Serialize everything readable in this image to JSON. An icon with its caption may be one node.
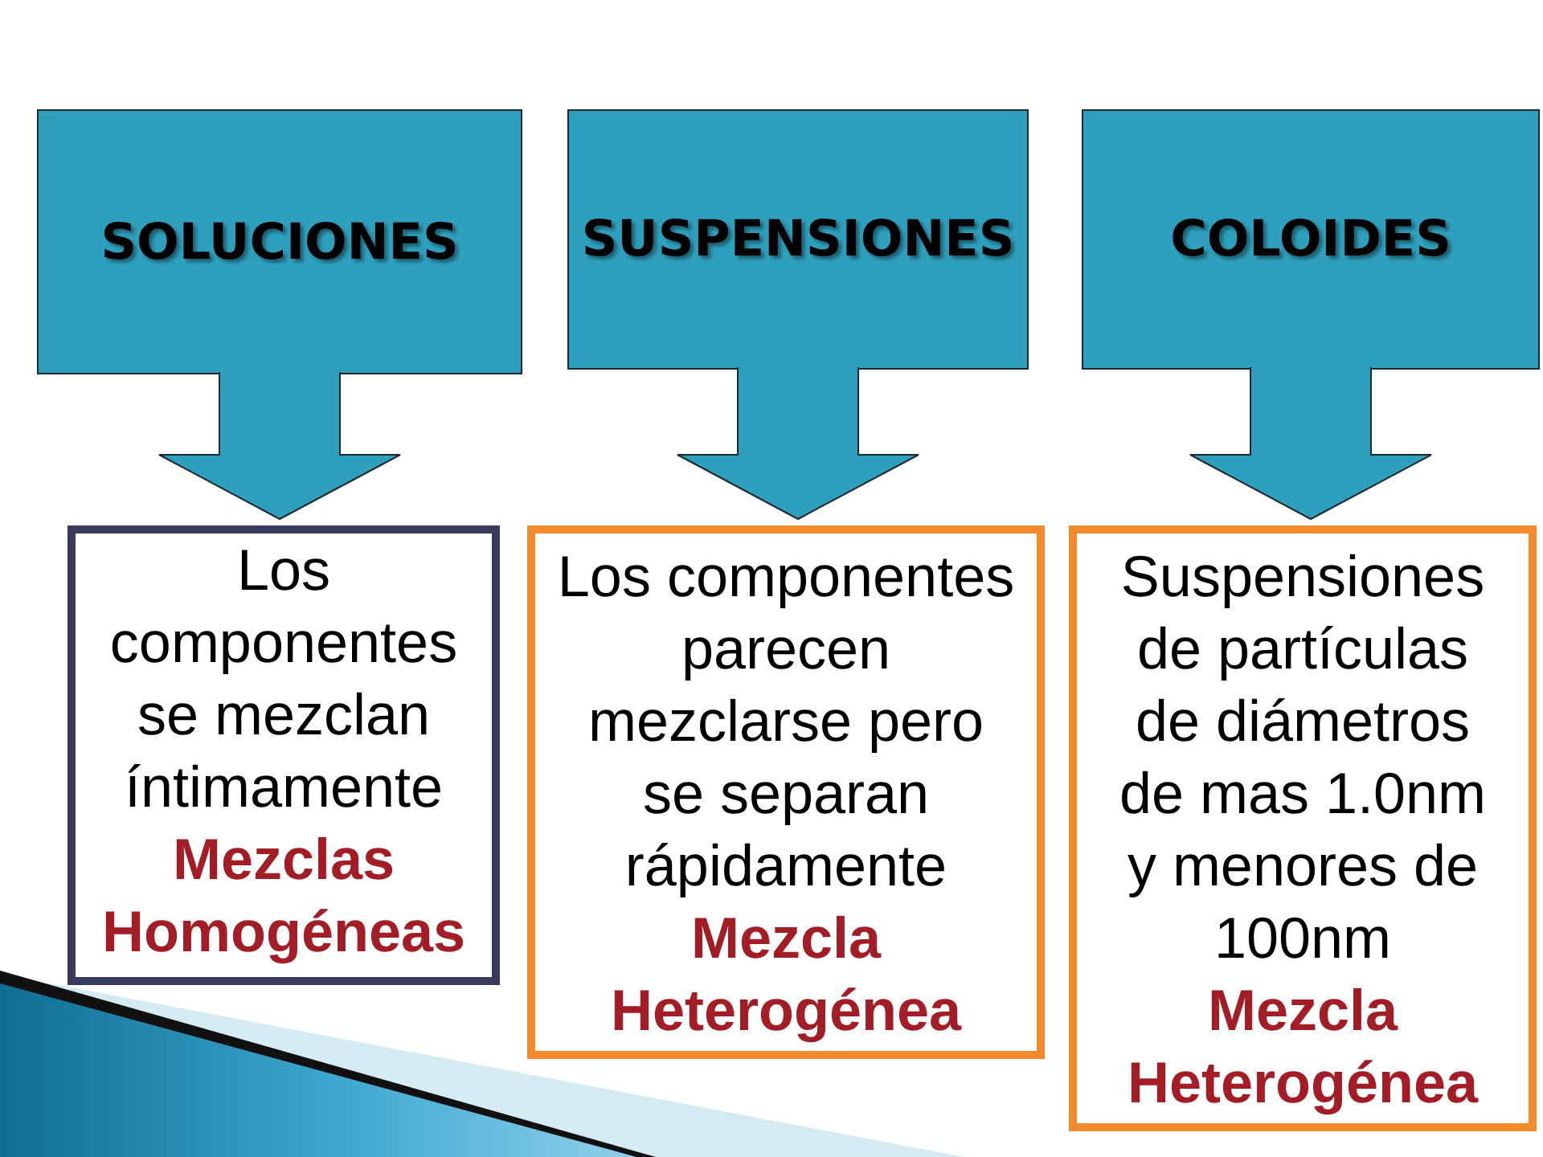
{
  "diagram": {
    "nodes": [
      {
        "text": [
          "SOLUCIONES"
        ]
      },
      {
        "text": [
          "SUSPENSIONES"
        ]
      },
      {
        "text": [
          "COLOIDES"
        ]
      },
      {
        "text": [
          "Los componentes se mezclan íntimamente",
          "Mezclas Homogéneas"
        ]
      },
      {
        "text": [
          "Los componentes parecen mezclarse pero se separan rápidamente",
          "Mezcla Heterogénea"
        ]
      },
      {
        "text": [
          "Suspensiones de partículas de diámetros de mas 1.0nm y menores de 100nm",
          "Mezcla Heterogénea"
        ]
      }
    ],
    "edges": [
      {
        "from": 0,
        "to": 3,
        "arrow": "to"
      },
      {
        "from": 1,
        "to": 4,
        "arrow": "to"
      },
      {
        "from": 2,
        "to": 5,
        "arrow": "to"
      }
    ]
  }
}
